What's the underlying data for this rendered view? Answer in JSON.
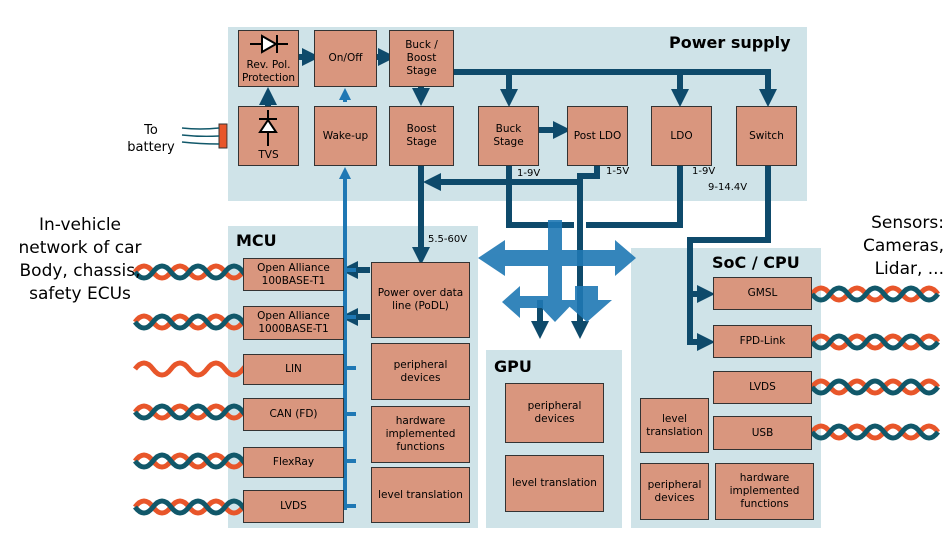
{
  "panels": {
    "power": "Power supply",
    "mcu": "MCU",
    "gpu": "GPU",
    "soc": "SoC / CPU"
  },
  "power_boxes": {
    "rev_pol": "Rev. Pol. Protection",
    "on_off": "On/Off",
    "buck_boost": "Buck / Boost Stage",
    "tvs": "TVS",
    "wake_up": "Wake-up",
    "boost": "Boost Stage",
    "buck": "Buck Stage",
    "post_ldo": "Post LDO",
    "ldo": "LDO",
    "switch": "Switch"
  },
  "voltages": {
    "buck": "1-9V",
    "post_ldo": "1-5V",
    "ldo": "1-9V",
    "switch": "9-14.4V",
    "podl": "5.5-60V"
  },
  "battery_label": "To battery",
  "left_label": "In-vehicle network of car Body, chassis, safety ECUs",
  "right_label": "Sensors: Cameras, Lidar, ...",
  "mcu_boxes": {
    "oa1": "Open Alliance 100BASE-T1",
    "oa2": "Open Alliance 1000BASE-T1",
    "lin": "LIN",
    "can": "CAN (FD)",
    "flexray": "FlexRay",
    "lvds": "LVDS",
    "podl": "Power over data line (PoDL)",
    "peripheral": "peripheral devices",
    "hw_functions": "hardware implemented functions",
    "level": "level translation"
  },
  "gpu_boxes": {
    "peripheral": "peripheral devices",
    "level": "level translation"
  },
  "soc_boxes": {
    "gmsl": "GMSL",
    "fpd": "FPD-Link",
    "lvds": "LVDS",
    "usb": "USB",
    "level": "level translation",
    "peripheral": "peripheral devices",
    "hw_functions": "hardware implemented functions"
  },
  "colors": {
    "panel": "#cfe3e8",
    "box": "#d9967e",
    "arrow_dark": "#0e4a6b",
    "arrow_light": "#1f78b4",
    "cable_orange": "#e8562a",
    "cable_teal": "#11586a",
    "connector": "#e8562a"
  }
}
